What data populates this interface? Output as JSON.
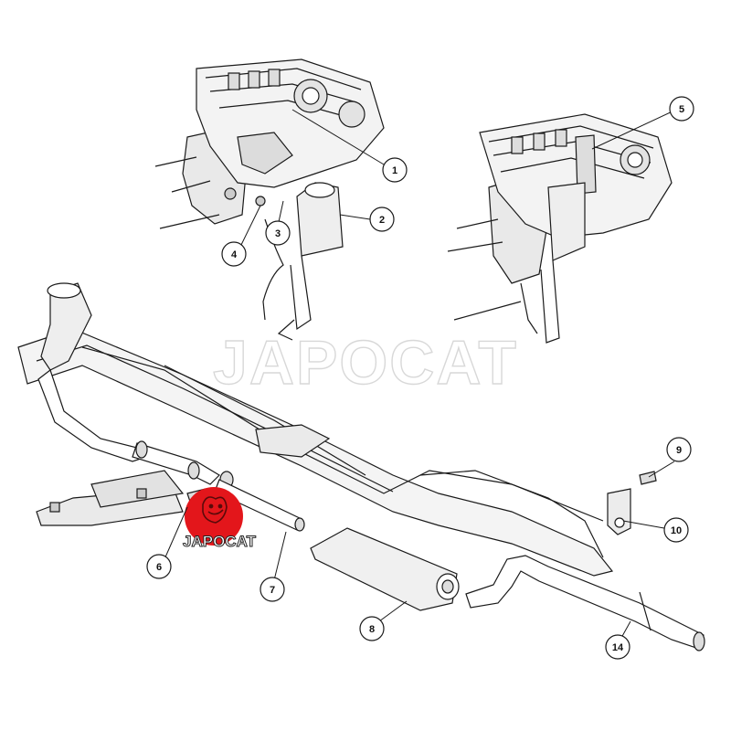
{
  "watermark": {
    "text": "JAPOCAT"
  },
  "logo": {
    "text": "JAPOCAT",
    "color": "#e3161b"
  },
  "callouts": [
    {
      "number": "1"
    },
    {
      "number": "2"
    },
    {
      "number": "3"
    },
    {
      "number": "4"
    },
    {
      "number": "5"
    },
    {
      "number": "6"
    },
    {
      "number": "7"
    },
    {
      "number": "8"
    },
    {
      "number": "9"
    },
    {
      "number": "10"
    },
    {
      "number": "14"
    }
  ],
  "colors": {
    "line": "#1a1a1a",
    "fill": "#ffffff",
    "shade": "#e6e6e6"
  }
}
